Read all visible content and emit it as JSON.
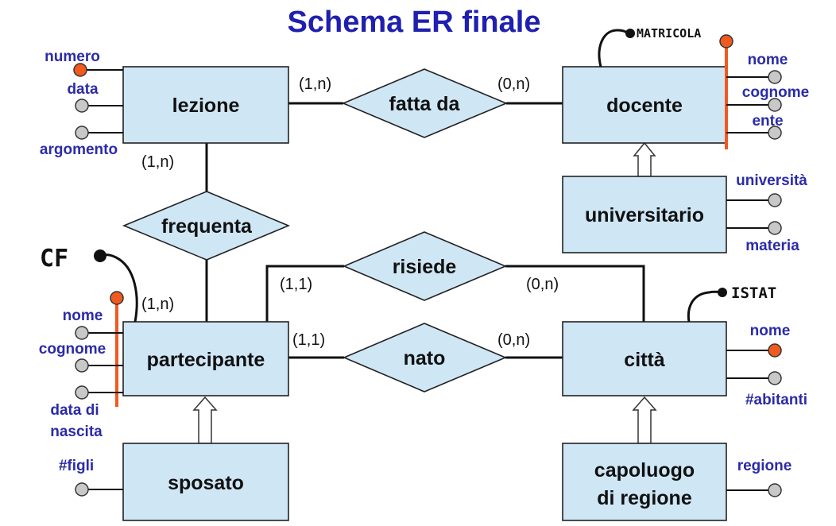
{
  "title": "Schema ER finale",
  "entities": {
    "lezione": "lezione",
    "docente": "docente",
    "universitario": "universitario",
    "partecipante": "partecipante",
    "citta": "città",
    "sposato": "sposato",
    "capoluogo_line1": "capoluogo",
    "capoluogo_line2": "di regione"
  },
  "relationships": {
    "fatta_da": "fatta da",
    "frequenta": "frequenta",
    "risiede": "risiede",
    "nato": "nato"
  },
  "cardinalities": {
    "lezione_fatta_da": "(1,n)",
    "docente_fatta_da": "(0,n)",
    "lezione_frequenta": "(1,n)",
    "partecipante_frequenta": "(1,n)",
    "partecipante_risiede": "(1,1)",
    "citta_risiede": "(0,n)",
    "partecipante_nato": "(1,1)",
    "citta_nato": "(0,n)"
  },
  "attributes": {
    "lezione": [
      "numero",
      "data",
      "argomento"
    ],
    "docente": [
      "nome",
      "cognome",
      "ente"
    ],
    "universitario": [
      "università",
      "materia"
    ],
    "partecipante": [
      "nome",
      "cognome",
      "data di",
      "nascita"
    ],
    "citta": [
      "nome",
      "#abitanti"
    ],
    "sposato": [
      "#figli"
    ],
    "capoluogo": [
      "regione"
    ]
  },
  "handwritten": {
    "matricola": "MATRICOLA",
    "cf": "CF",
    "istat": "ISTAT"
  },
  "colors": {
    "title": "#1f1fb0",
    "entity_fill": "#cfe6f5",
    "attribute_text": "#2b2ba8",
    "key": "#f05a1e",
    "non_key": "#c8c8c8"
  }
}
